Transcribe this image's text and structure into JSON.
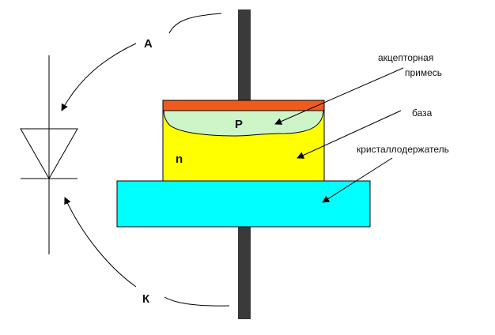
{
  "labels": {
    "anode": "A",
    "cathode": "К",
    "acceptor_line1": "акцепторная",
    "acceptor_line2": "примесь",
    "base": "база",
    "holder": "кристаллодержатель",
    "p_region": "P",
    "n_region": "n"
  },
  "colors": {
    "lead": "#3a3a3a",
    "contact": "#f05a1a",
    "p_region": "#cdf5c8",
    "n_region": "#ffff00",
    "holder": "#00ffff",
    "lines": "#000000"
  }
}
